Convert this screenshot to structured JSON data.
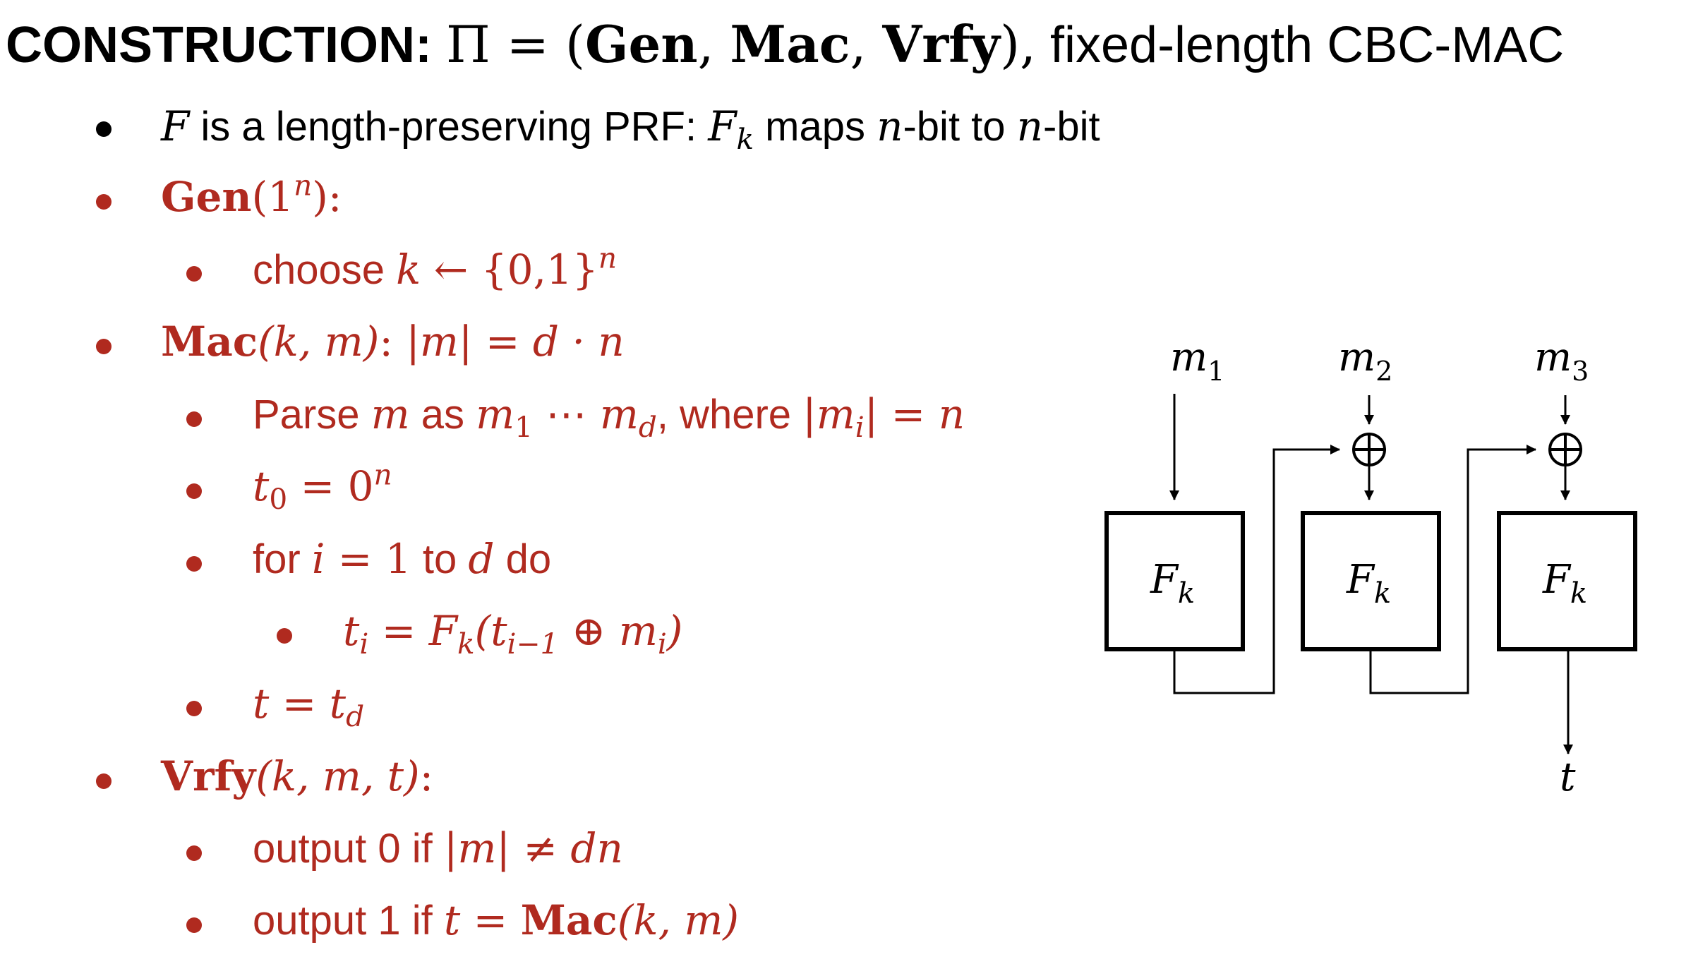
{
  "title": {
    "label": "CONSTRUCTION:",
    "pi": "Π = (",
    "gen": "Gen",
    "mac": "Mac",
    "vrfy": "Vrfy",
    "close": "),",
    "subtitle": "fixed-length CBC-MAC"
  },
  "lines": {
    "prf": {
      "f": "F",
      "text1": " is a length-preserving PRF: ",
      "fk": "F",
      "k": "k",
      "text2": " maps ",
      "n1": "n",
      "text3": "-bit to ",
      "n2": "n",
      "text4": "-bit"
    },
    "gen": {
      "name": "Gen",
      "arg": "(1",
      "sup": "n",
      "end": "):"
    },
    "choose": {
      "text": "choose ",
      "k": "k",
      "set": " ← {0,1}",
      "sup": "n"
    },
    "mac": {
      "name": "Mac",
      "args": "(k, m)",
      "colon": ":",
      "cond": " |m| = d · n"
    },
    "parse": {
      "text1": "Parse ",
      "m": "m",
      "text2": " as ",
      "m1": "m",
      "s1": "1",
      "dots": " ⋯ ",
      "md": "m",
      "sd": "d",
      "text3": ", where ",
      "cond": "|m",
      "si": "i",
      "cond2": "| = n"
    },
    "t0": {
      "t": "t",
      "s": "0",
      "eq": " = 0",
      "sup": "n"
    },
    "for": {
      "text1": "for ",
      "i": "i",
      "eq": " = 1",
      "text2": " to ",
      "d": "d",
      "text3": " do"
    },
    "ti": {
      "t": "t",
      "si": "i",
      "eq": " = F",
      "sk": "k",
      "open": "(t",
      "sim1": "i−1",
      "xor": " ⊕ m",
      "si2": "i",
      "close": ")"
    },
    "t": {
      "t": "t = t",
      "sd": "d"
    },
    "vrfy": {
      "name": "Vrfy",
      "args": "(k, m, t)",
      "end": ":"
    },
    "out0": {
      "text": "output 0 if ",
      "cond": "|m| ≠ dn"
    },
    "out1": {
      "text": "output 1 if ",
      "t": "t = ",
      "mac": "Mac",
      "args": "(k, m)"
    }
  },
  "diagram": {
    "inputs": [
      {
        "m": "m",
        "sub": "1"
      },
      {
        "m": "m",
        "sub": "2"
      },
      {
        "m": "m",
        "sub": "3"
      }
    ],
    "block": {
      "f": "F",
      "sub": "k"
    },
    "xor": "⊕",
    "output": "t"
  }
}
